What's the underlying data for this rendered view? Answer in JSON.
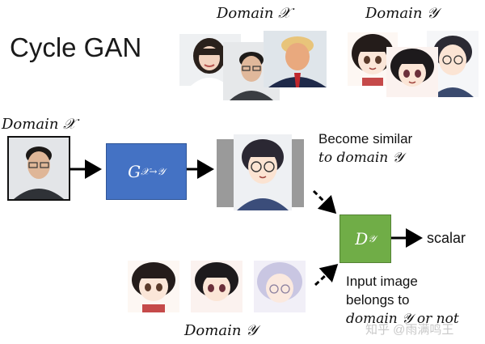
{
  "title": "Cycle GAN",
  "labels": {
    "domain_x_top": "Domain 𝒳",
    "domain_y_top": "Domain 𝒴",
    "domain_x_left": "Domain 𝒳",
    "domain_y_bottom": "Domain 𝒴",
    "become_similar_1": "Become similar",
    "become_similar_2": "to domain 𝒴",
    "input_belongs_1": "Input image",
    "input_belongs_2": "belongs to",
    "input_belongs_3": "domain 𝒴 or not",
    "scalar": "scalar",
    "watermark": "知乎 @雨满鸣王"
  },
  "generator": {
    "symbol": "G",
    "subscript": "𝒳→𝒴",
    "color": "#4472c4"
  },
  "discriminator": {
    "symbol": "D",
    "subscript": "𝒴",
    "color": "#70ad47"
  },
  "icons": [
    "person-photo-icon",
    "anime-face-icon"
  ]
}
